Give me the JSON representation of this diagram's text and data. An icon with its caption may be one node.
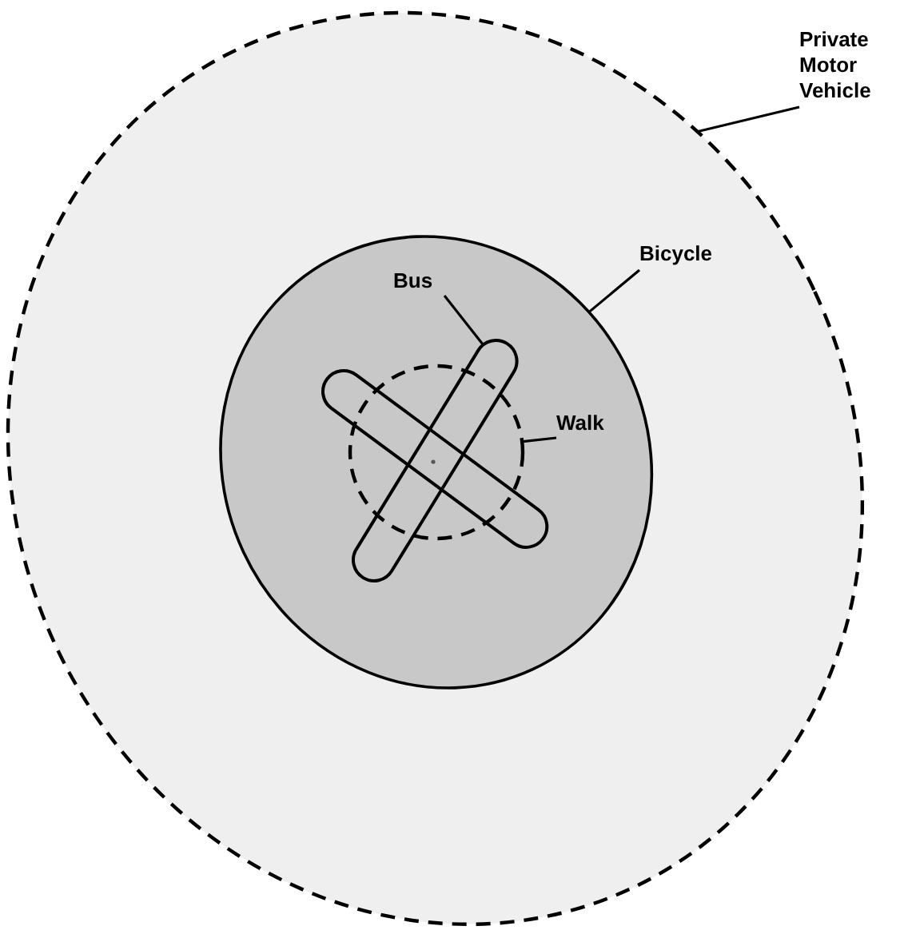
{
  "diagram": {
    "nodes": [
      {
        "text": [],
        "shape": "ellipse"
      },
      {
        "text": [
          "Private Motor Vehicle"
        ]
      },
      {
        "text": [],
        "shape": "ellipse",
        "in": 0
      },
      {
        "text": [
          "Bicycle"
        ],
        "in": 0
      },
      {
        "text": [],
        "shape": "capsule",
        "in": 2
      },
      {
        "text": [],
        "shape": "capsule",
        "in": 2
      },
      {
        "text": [],
        "shape": "circle"
      },
      {
        "text": [
          "Bus"
        ],
        "in": 2
      },
      {
        "text": [
          "Walk"
        ],
        "in": 2
      }
    ],
    "edges": [
      {
        "from": 1,
        "to": 0,
        "arrow": "none"
      },
      {
        "from": 3,
        "to": 2,
        "arrow": "none"
      },
      {
        "from": 7,
        "to": 4,
        "arrow": "none"
      },
      {
        "from": 8,
        "to": 6,
        "arrow": "none"
      }
    ]
  }
}
